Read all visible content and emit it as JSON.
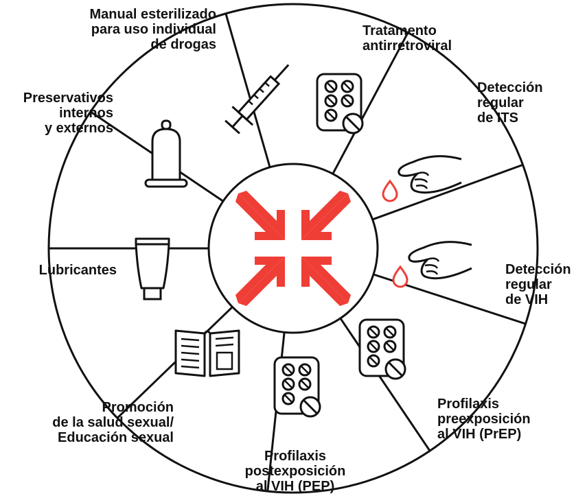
{
  "colors": {
    "stroke": "#111111",
    "accent": "#ef3e36",
    "background": "#ffffff"
  },
  "center": {
    "icon": "arrows-converging-icon"
  },
  "segments": [
    {
      "label": "Manual esterilizado\npara uso individual\nde drogas",
      "icon": "syringe-icon"
    },
    {
      "label": "Tratamento\nantirretroviral",
      "icon": "pill-pack-icon"
    },
    {
      "label": "Detección\nregular\nde ITS",
      "icon": "finger-blood-drop-icon"
    },
    {
      "label": "Detección\nregular\nde VIH",
      "icon": "finger-blood-drop-icon"
    },
    {
      "label": "Profilaxis\npreexposición\nal VIH (PrEP)",
      "icon": "pill-pack-icon"
    },
    {
      "label": "Profilaxis\npostexposición\nal VIH (PEP)",
      "icon": "pill-pack-icon"
    },
    {
      "label": "Promoción\nde la salud sexual/\nEducación sexual",
      "icon": "book-icon"
    },
    {
      "label": "Lubricantes",
      "icon": "lubricant-tube-icon"
    },
    {
      "label": "Preservativos\ninternos\ny externos",
      "icon": "condom-icon"
    }
  ]
}
